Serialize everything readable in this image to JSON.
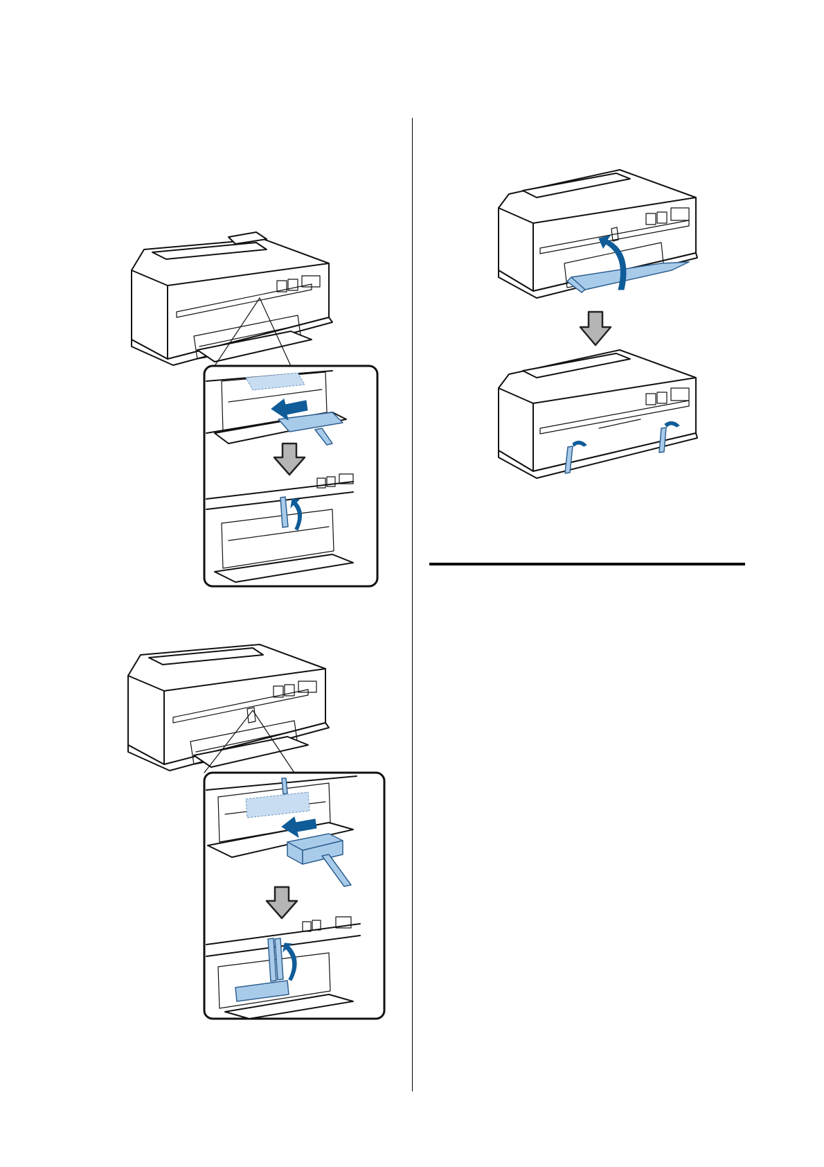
{
  "page": {
    "figures": [
      {
        "name": "figure-install-tray-top-left",
        "icon": "printer-insert-tray-illustration"
      },
      {
        "name": "figure-install-cartridge-bottom-left",
        "icon": "printer-insert-block-illustration"
      },
      {
        "name": "figure-close-cover-top-right",
        "icon": "printer-close-front-cover-illustration"
      }
    ],
    "colors": {
      "accent_blue": "#a9cbea",
      "accent_blue_dark": "#0f5c98",
      "arrow_gray": "#b5b5b5",
      "line": "#111111"
    }
  }
}
